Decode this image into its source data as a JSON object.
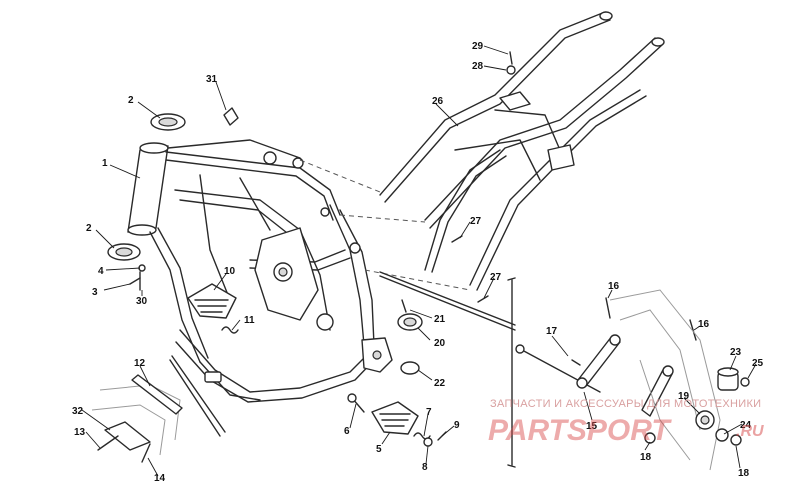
{
  "diagram": {
    "callouts": [
      {
        "id": "c1",
        "label": "1"
      },
      {
        "id": "c2a",
        "label": "2"
      },
      {
        "id": "c2b",
        "label": "2"
      },
      {
        "id": "c3",
        "label": "3"
      },
      {
        "id": "c4",
        "label": "4"
      },
      {
        "id": "c5",
        "label": "5"
      },
      {
        "id": "c6",
        "label": "6"
      },
      {
        "id": "c7",
        "label": "7"
      },
      {
        "id": "c8",
        "label": "8"
      },
      {
        "id": "c9",
        "label": "9"
      },
      {
        "id": "c10",
        "label": "10"
      },
      {
        "id": "c11",
        "label": "11"
      },
      {
        "id": "c12",
        "label": "12"
      },
      {
        "id": "c13",
        "label": "13"
      },
      {
        "id": "c14",
        "label": "14"
      },
      {
        "id": "c15",
        "label": "15"
      },
      {
        "id": "c16a",
        "label": "16"
      },
      {
        "id": "c16b",
        "label": "16"
      },
      {
        "id": "c17",
        "label": "17"
      },
      {
        "id": "c18a",
        "label": "18"
      },
      {
        "id": "c18b",
        "label": "18"
      },
      {
        "id": "c19",
        "label": "19"
      },
      {
        "id": "c20",
        "label": "20"
      },
      {
        "id": "c21",
        "label": "21"
      },
      {
        "id": "c22",
        "label": "22"
      },
      {
        "id": "c23",
        "label": "23"
      },
      {
        "id": "c24",
        "label": "24"
      },
      {
        "id": "c25",
        "label": "25"
      },
      {
        "id": "c26",
        "label": "26"
      },
      {
        "id": "c27a",
        "label": "27"
      },
      {
        "id": "c27b",
        "label": "27"
      },
      {
        "id": "c28",
        "label": "28"
      },
      {
        "id": "c29",
        "label": "29"
      },
      {
        "id": "c30",
        "label": "30"
      },
      {
        "id": "c31",
        "label": "31"
      },
      {
        "id": "c32",
        "label": "32"
      }
    ]
  },
  "watermark": {
    "tagline": "ЗАПЧАСТИ И АКСЕССУАРЫ ДЛЯ МОТОТЕХНИКИ",
    "logo": "PARTSPORT",
    "suffix": ".RU"
  }
}
